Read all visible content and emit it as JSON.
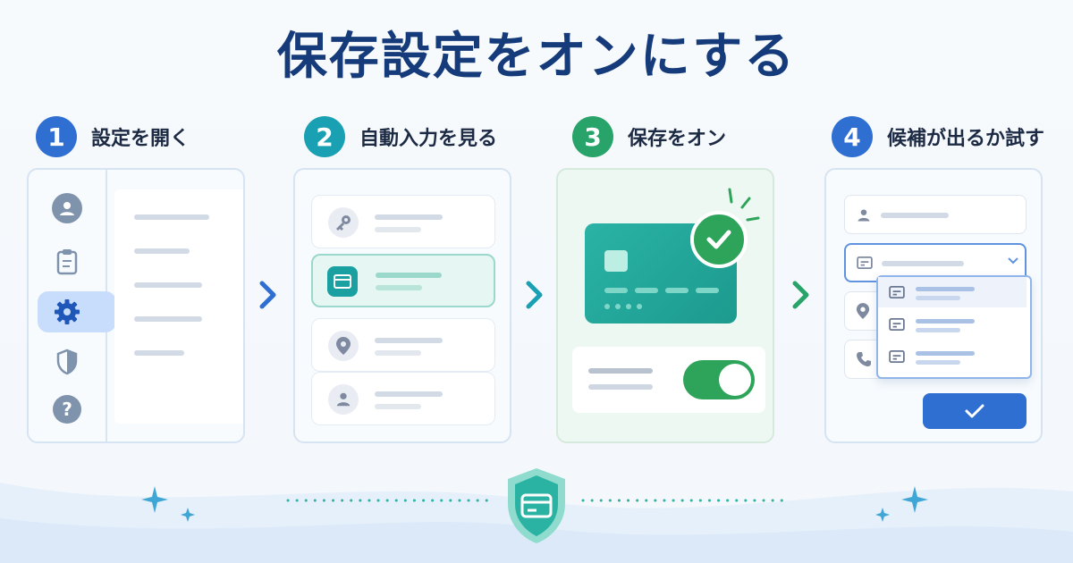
{
  "title": "保存設定をオンにする",
  "colors": {
    "step1": "#2f6fd1",
    "step2": "#1aa0b3",
    "step3": "#28a36a",
    "step4": "#2f6fd1",
    "title": "#163b7a"
  },
  "steps": [
    {
      "number": "1",
      "label": "設定を開く"
    },
    {
      "number": "2",
      "label": "自動入力を見る"
    },
    {
      "number": "3",
      "label": "保存をオン"
    },
    {
      "number": "4",
      "label": "候補が出るか試す"
    }
  ],
  "settings_sidebar": {
    "icons": [
      "person-icon",
      "clipboard-icon",
      "gear-icon",
      "shield-icon",
      "help-icon"
    ],
    "active_item": "gear-icon"
  },
  "autofill_categories": {
    "icons": [
      "key-icon",
      "card-icon",
      "location-icon",
      "person-icon"
    ],
    "selected_item": "card-icon"
  },
  "save_toggle": {
    "state": "on"
  },
  "test_form": {
    "fields": [
      "person-icon",
      "card-icon",
      "location-icon",
      "phone-icon"
    ],
    "dropdown_options": 3,
    "submit_icon": "check-icon"
  }
}
